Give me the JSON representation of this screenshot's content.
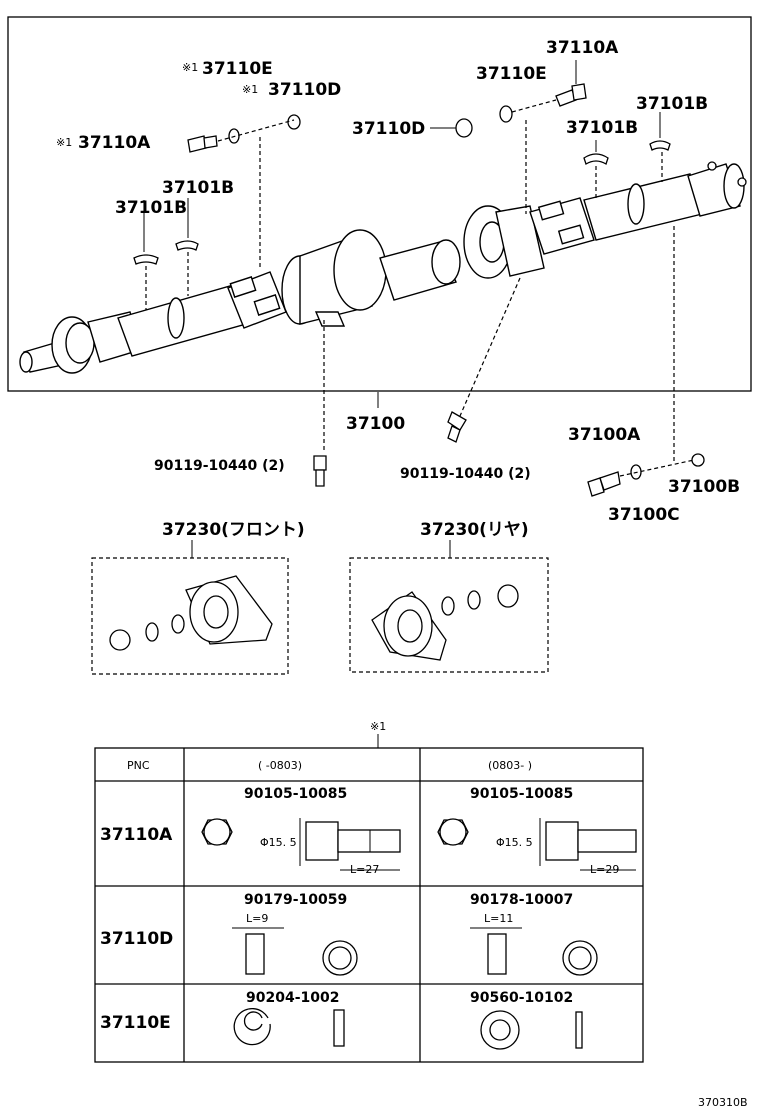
{
  "callouts": {
    "c37110E_left": "37110E",
    "c37110D_left": "37110D",
    "c37110A_left": "37110A",
    "c37101B_l1": "37101B",
    "c37101B_l2": "37101B",
    "c37110D_mid": "37110D",
    "c37110E_right": "37110E",
    "c37110A_right": "37110A",
    "c37101B_r1": "37101B",
    "c37101B_r2": "37101B",
    "c37100": "37100",
    "c90119_left": "90119-10440 (2)",
    "c90119_right": "90119-10440 (2)",
    "c37100A": "37100A",
    "c37100B": "37100B",
    "c37100C": "37100C",
    "mark": "※1"
  },
  "bearings": {
    "front": "37230(フロント)",
    "rear": "37230(リヤ)"
  },
  "table": {
    "mark": "※1",
    "header": {
      "pnc": "PNC",
      "col1": "(      -0803)",
      "col2": "(0803-        )"
    },
    "rows": [
      {
        "pnc": "37110A",
        "p1": "90105-10085",
        "p2": "90105-10085",
        "dia1": "Φ15. 5",
        "dia2": "Φ15. 5",
        "len1": "L=27",
        "len2": "L=29"
      },
      {
        "pnc": "37110D",
        "p1": "90179-10059",
        "p2": "90178-10007",
        "len1": "L=9",
        "len2": "L=11"
      },
      {
        "pnc": "37110E",
        "p1": "90204-1002",
        "p2": "90560-10102"
      }
    ]
  },
  "footer": {
    "code": "370310B"
  }
}
